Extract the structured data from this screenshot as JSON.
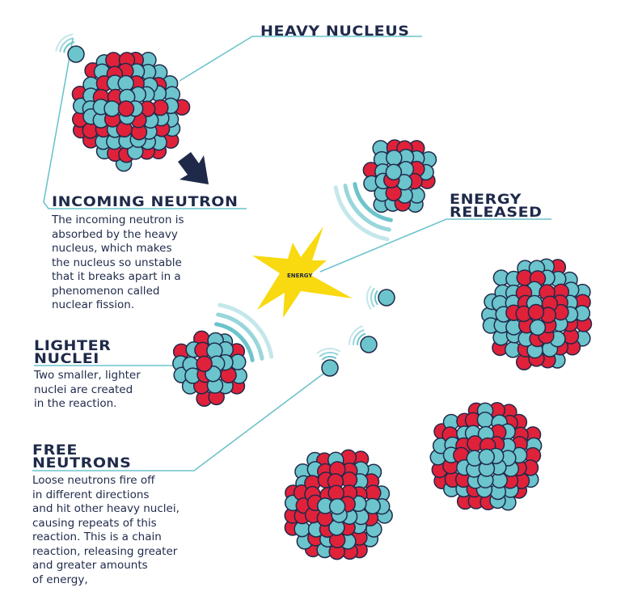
{
  "colors": {
    "navy": "#1f2a4a",
    "proton": "#e0213a",
    "neutron": "#6cc4cc",
    "energy": "#f9d90f",
    "line": "#6cc4cc"
  },
  "labels": {
    "heavy_nucleus": {
      "title": "HEAVY NUCLEUS"
    },
    "incoming_neutron": {
      "title": "INCOMING NEUTRON",
      "text": "The incoming neutron is\nabsorbed by the heavy\nnucleus, which makes\nthe nucleus so unstable\nthat it breaks apart in a\nphenomenon called\nnuclear fission."
    },
    "energy_released": {
      "title": "ENERGY\nRELEASED",
      "burst": "ENERGY"
    },
    "lighter_nuclei": {
      "title": "LIGHTER\nNUCLEI",
      "text": "Two smaller, lighter\nnuclei are created\nin the reaction."
    },
    "free_neutrons": {
      "title": "FREE\nNEUTRONS",
      "text": "Loose neutrons fire off\nin different directions\nand hit other heavy nuclei,\ncausing repeats of this\nreaction. This is a chain\nreaction, releasing greater\nand greater amounts\nof energy,"
    }
  }
}
